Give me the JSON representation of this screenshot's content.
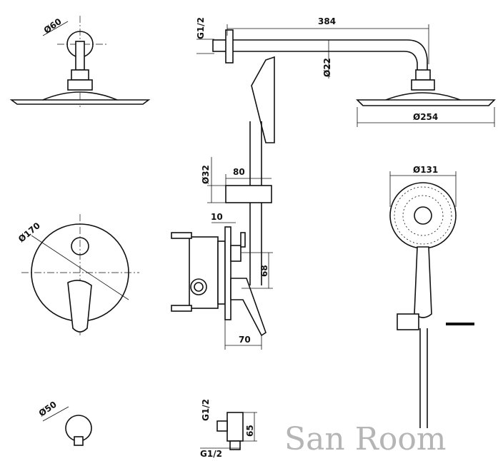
{
  "dimensions": {
    "head_mount_dia": "Ø60",
    "arm_thread": "G1/2",
    "arm_length": "384",
    "arm_dia": "Ø22",
    "head_dia": "Ø254",
    "rail_dia": "Ø32",
    "rail_offset": "80",
    "hand_shower_dia": "Ø131",
    "plate_thickness": "10",
    "plate_dia": "Ø170",
    "outlet_spacing": "68",
    "mixer_depth": "70",
    "elbow_dia": "Ø50",
    "elbow_thread_top": "G1/2",
    "elbow_height": "65",
    "elbow_thread_bottom": "G1/2"
  },
  "watermark": "San Room"
}
